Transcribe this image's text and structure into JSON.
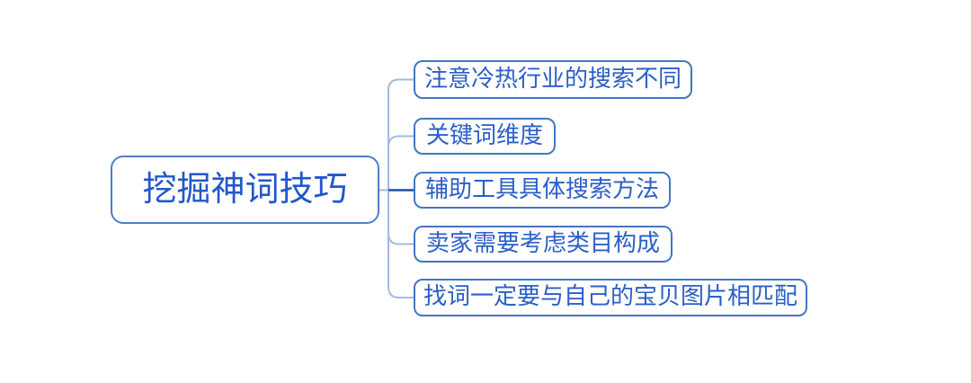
{
  "diagram": {
    "type": "mindmap-tree-right",
    "root": {
      "label": "挖掘神词技巧"
    },
    "children": [
      {
        "label": "注意冷热行业的搜索不同"
      },
      {
        "label": "关键词维度"
      },
      {
        "label": "辅助工具具体搜索方法"
      },
      {
        "label": "卖家需要考虑类目构成"
      },
      {
        "label": "找词一定要与自己的宝贝图片相匹配"
      }
    ],
    "colors": {
      "background": "#ffffff",
      "node_border": "#4277c4",
      "root_border": "#4f7fc5",
      "node_text": "#2b5fc7",
      "root_text": "#2257cc",
      "connector_light": "#a2bade",
      "connector_dark": "#1b4fa5"
    }
  }
}
